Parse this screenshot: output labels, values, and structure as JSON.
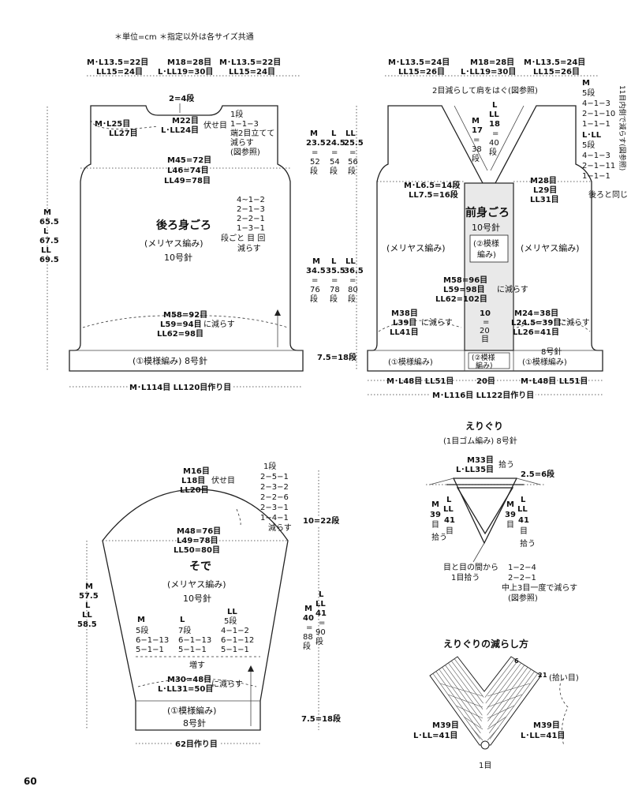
{
  "header": {
    "unit_note": "＊単位=cm",
    "common_note": "＊指定以外は各サイズ共通"
  },
  "back": {
    "top": {
      "g1a": "M･L13.5=22目",
      "g1b": "LL15=24目",
      "g2a": "M18=28目",
      "g2b": "L･LL19=30目",
      "g3a": "M･L13.5=22目",
      "g3b": "LL15=24目"
    },
    "neck_rows": "2=4段",
    "shoulder_a": "M･L25目",
    "shoulder_b": "LL27目",
    "cast_off_a": "M22目",
    "cast_off_b": "L･LL24目",
    "cast_off_label": "伏せ目",
    "neck_dec": [
      "1段",
      "1−1−3",
      "端2目立てて",
      "減らす",
      "(図参照)"
    ],
    "st1": "M45=72目",
    "st2": "L46=74目",
    "st3": "LL49=78目",
    "title": "後ろ身ごろ",
    "stitch": "(メリヤス編み)",
    "needle": "10号針",
    "side_dec": [
      "4~1−2",
      "2−1−3",
      "2−2−1",
      "1−3−1"
    ],
    "side_dec_note": "段ごと 目 回",
    "side_dec_note2": "減らす",
    "height_m": "M",
    "height_m_v": "65.5",
    "height_l": "L",
    "height_l_v": "67.5",
    "height_ll": "LL",
    "height_ll_v": "69.5",
    "dec1": "M58=92目",
    "dec2": "L59=94目",
    "dec3": "LL62=98目",
    "dec_label": "に減らす",
    "rib": "(①模様編み) 8号針",
    "rib_rows": "7.5=18段",
    "bottom": "M･L114目 LL120目作り目"
  },
  "middle": {
    "top_m": "M",
    "top_m_v": [
      "23.5",
      "=",
      "52",
      "段"
    ],
    "top_l": "L",
    "top_l_v": [
      "24.5",
      "=",
      "54",
      "段"
    ],
    "top_ll": "LL",
    "top_ll_v": [
      "25.5",
      "=",
      "56",
      "段"
    ],
    "bot_m": "M",
    "bot_m_v": [
      "34.5",
      "=",
      "76",
      "段"
    ],
    "bot_l": "L",
    "bot_l_v": [
      "35.5",
      "=",
      "78",
      "段"
    ],
    "bot_ll": "LL",
    "bot_ll_v": [
      "36.5",
      "=",
      "80",
      "段"
    ]
  },
  "front": {
    "top": {
      "g1a": "M･L13.5=24目",
      "g1b": "LL15=26目",
      "g2a": "M18=28目",
      "g2b": "L･LL19=30目",
      "g3a": "M･L13.5=24目",
      "g3b": "LL15=26目"
    },
    "shoulder_note": "2目減らして肩をはぐ(図参照)",
    "center_rows": [
      "M",
      "17",
      "=",
      "38",
      "段"
    ],
    "center_rows_l": [
      "L",
      "LL",
      "18",
      "=",
      "40",
      "段"
    ],
    "right_dec": [
      "M",
      "5段",
      "4−1−3",
      "2−1−10",
      "1−1−1",
      "L･LL",
      "5段",
      "4−1−3",
      "2−1−11",
      "1−1−1"
    ],
    "side_note": "11目内側で減らす(図参照)",
    "left_a": "M･L6.5=14段",
    "left_b": "LL7.5=16段",
    "right_a": "M28目",
    "right_b": "L29目",
    "right_c": "LL31目",
    "same_back": "後ろと同じ",
    "title": "前身ごろ",
    "needle": "10号針",
    "panel": "(②模様",
    "panel2": "編み)",
    "side_stitch_l": "(メリヤス編み)",
    "side_stitch_r": "(メリヤス編み)",
    "dec1": "M58=96目",
    "dec2": "L59=98目",
    "dec3": "LL62=102目",
    "dec_label": "に減らす",
    "ldec1": "M38目",
    "ldec2": "L39目",
    "ldec3": "LL41目",
    "ldec_label": "に減らす",
    "center_st": [
      "10",
      "=",
      "20",
      "目"
    ],
    "rdec1": "M24=38目",
    "rdec2": "L24.5=39目",
    "rdec3": "LL26=41目",
    "rdec_label": "に減らす",
    "rib_l": "(①模様編み)",
    "rib_c": "(②模様",
    "rib_c2": "編み)",
    "rib_r_needle": "8号針",
    "rib_r": "(①模様編み)",
    "bot_l": "M･L48目 LL51目",
    "bot_c": "20目",
    "bot_r": "M･L48目 LL51目",
    "bottom": "M･L116目 LL122目作り目"
  },
  "sleeve": {
    "cap1": "M16目",
    "cap2": "L18目",
    "cap3": "LL20目",
    "cap_label": "伏せ目",
    "cap_dec": [
      "1段",
      "2−5−1",
      "2−3−2",
      "2−2−6",
      "2−3−1",
      "1−4−1",
      "減らす"
    ],
    "cap_rows": "10=22段",
    "st1": "M48=76目",
    "st2": "L49=78目",
    "st3": "LL50=80目",
    "title": "そで",
    "stitch": "(メリヤス編み)",
    "needle": "10号針",
    "inc_m": [
      "M",
      "5段",
      "6−1−13",
      "5−1−1"
    ],
    "inc_l": [
      "L",
      "7段",
      "6−1−13",
      "5−1−1"
    ],
    "inc_ll": [
      "LL",
      "5段",
      "4−1−2",
      "6−1−12",
      "5−1−1"
    ],
    "inc_label": "増す",
    "dec1": "M30=48目",
    "dec2": "L･LL31=50目",
    "dec_label": "に減らす",
    "rib": "(①模様編み)",
    "rib_needle": "8号針",
    "bottom": "62目作り目",
    "h_m": "M",
    "h_m_v": "57.5",
    "h_l": "L",
    "h_ll": "LL",
    "h_ll_v": "58.5",
    "r_m": [
      "M",
      "40",
      "=",
      "88",
      "段"
    ],
    "r_l": [
      "L",
      "LL",
      "41",
      "=",
      "90",
      "段"
    ],
    "rib_rows": "7.5=18段"
  },
  "neckband": {
    "title": "えりぐり",
    "sub": "(1目ゴム編み) 8号針",
    "pick1": "M33目",
    "pick2": "L･LL35目",
    "pick_label": "拾う",
    "rows": "2.5=6段",
    "left": [
      "M",
      "39",
      "目",
      "拾う"
    ],
    "left2": [
      "L",
      "LL",
      "41",
      "目"
    ],
    "right": [
      "M",
      "39",
      "目"
    ],
    "right2": [
      "L",
      "LL",
      "41",
      "目",
      "拾う"
    ],
    "note1": "目と目の間から",
    "note2": "1目拾う",
    "dec": [
      "1−2−4",
      "2−2−1",
      "中上3目一度で減らす",
      "(図参照)"
    ]
  },
  "neck_dec": {
    "title": "えりぐりの減らし方",
    "n6": "6",
    "n2": "2",
    "n1": "1",
    "pick": "(拾い目)",
    "l1": "M39目",
    "l2": "L･LL=41目",
    "r1": "M39目",
    "r2": "L･LL=41目",
    "center": "1目"
  },
  "page_number": "60"
}
